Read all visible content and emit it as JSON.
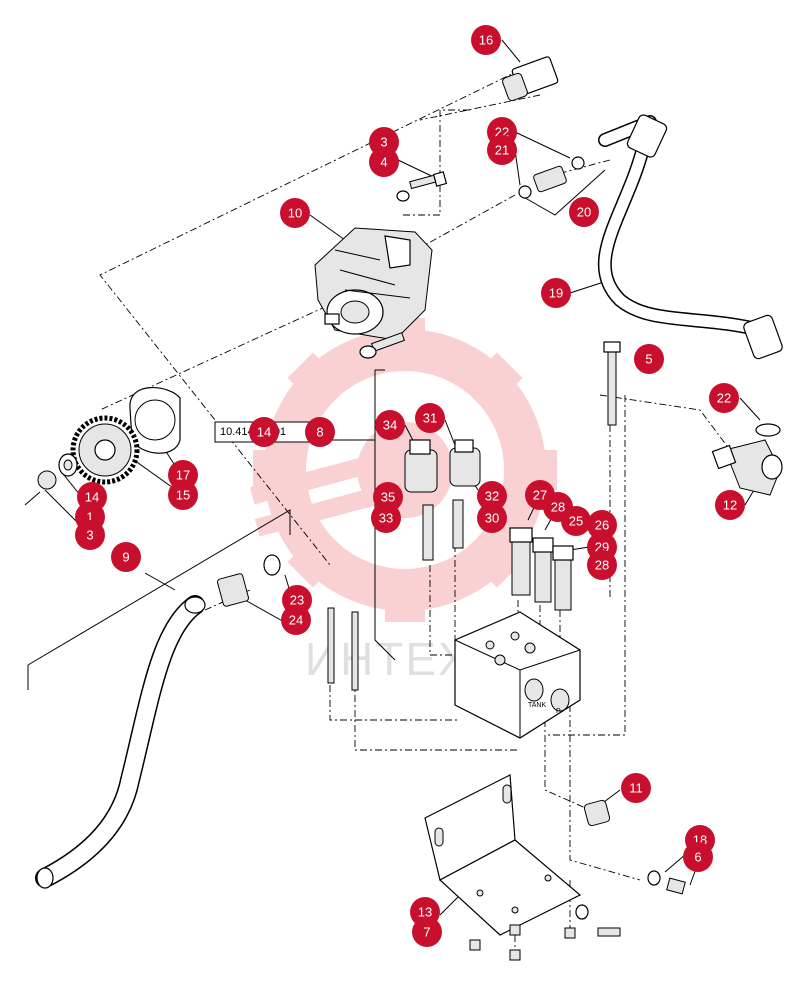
{
  "reference_label": "10.414 aC 01",
  "watermark": {
    "text": "ИНТЕХ",
    "color": "#f2a0a0"
  },
  "block_labels": {
    "tank": "TANK",
    "port": "P"
  },
  "callout_color": "#c8102e",
  "callouts": [
    {
      "id": "16",
      "label": "16"
    },
    {
      "id": "3a",
      "label": "3"
    },
    {
      "id": "4",
      "label": "4"
    },
    {
      "id": "22a",
      "label": "22"
    },
    {
      "id": "21",
      "label": "21"
    },
    {
      "id": "10",
      "label": "10"
    },
    {
      "id": "20",
      "label": "20"
    },
    {
      "id": "19",
      "label": "19"
    },
    {
      "id": "5",
      "label": "5"
    },
    {
      "id": "22b",
      "label": "22"
    },
    {
      "id": "12",
      "label": "12"
    },
    {
      "id": "14a",
      "label": "14"
    },
    {
      "id": "8",
      "label": "8"
    },
    {
      "id": "34",
      "label": "34"
    },
    {
      "id": "31",
      "label": "31"
    },
    {
      "id": "17",
      "label": "17"
    },
    {
      "id": "15",
      "label": "15"
    },
    {
      "id": "14b",
      "label": "14"
    },
    {
      "id": "1",
      "label": "1"
    },
    {
      "id": "3b",
      "label": "3"
    },
    {
      "id": "35",
      "label": "35"
    },
    {
      "id": "33",
      "label": "33"
    },
    {
      "id": "32",
      "label": "32"
    },
    {
      "id": "30",
      "label": "30"
    },
    {
      "id": "27",
      "label": "27"
    },
    {
      "id": "28a",
      "label": "28"
    },
    {
      "id": "25",
      "label": "25"
    },
    {
      "id": "26",
      "label": "26"
    },
    {
      "id": "29",
      "label": "29"
    },
    {
      "id": "28b",
      "label": "28"
    },
    {
      "id": "9",
      "label": "9"
    },
    {
      "id": "23",
      "label": "23"
    },
    {
      "id": "24",
      "label": "24"
    },
    {
      "id": "11",
      "label": "11"
    },
    {
      "id": "18",
      "label": "18"
    },
    {
      "id": "6",
      "label": "6"
    },
    {
      "id": "13",
      "label": "13"
    },
    {
      "id": "7",
      "label": "7"
    }
  ]
}
